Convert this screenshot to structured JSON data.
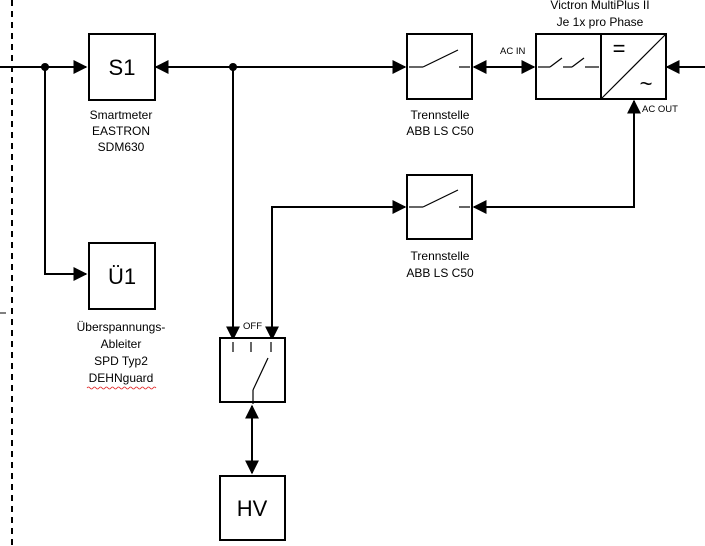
{
  "blocks": {
    "s1": {
      "label": "S1",
      "caption": [
        "Smartmeter",
        "EASTRON",
        "SDM630"
      ]
    },
    "u1": {
      "label": "Ü1",
      "caption": [
        "Überspannungs-",
        "Ableiter",
        "SPD Typ2",
        "DEHNguard"
      ]
    },
    "hv": {
      "label": "HV"
    },
    "switch_box": {
      "off_label": "OFF"
    },
    "trenn1": {
      "caption": [
        "Trennstelle",
        "ABB LS C50"
      ]
    },
    "trenn2": {
      "caption": [
        "Trennstelle",
        "ABB LS C50"
      ]
    },
    "victron": {
      "title": [
        "Victron MultiPlus II",
        "Je 1x pro Phase"
      ],
      "ac_in": "AC IN",
      "ac_out": "AC OUT",
      "dc_symbol": "=",
      "ac_symbol": "~"
    }
  },
  "colors": {
    "line": "#000000",
    "spellcheck": "#e02020"
  }
}
